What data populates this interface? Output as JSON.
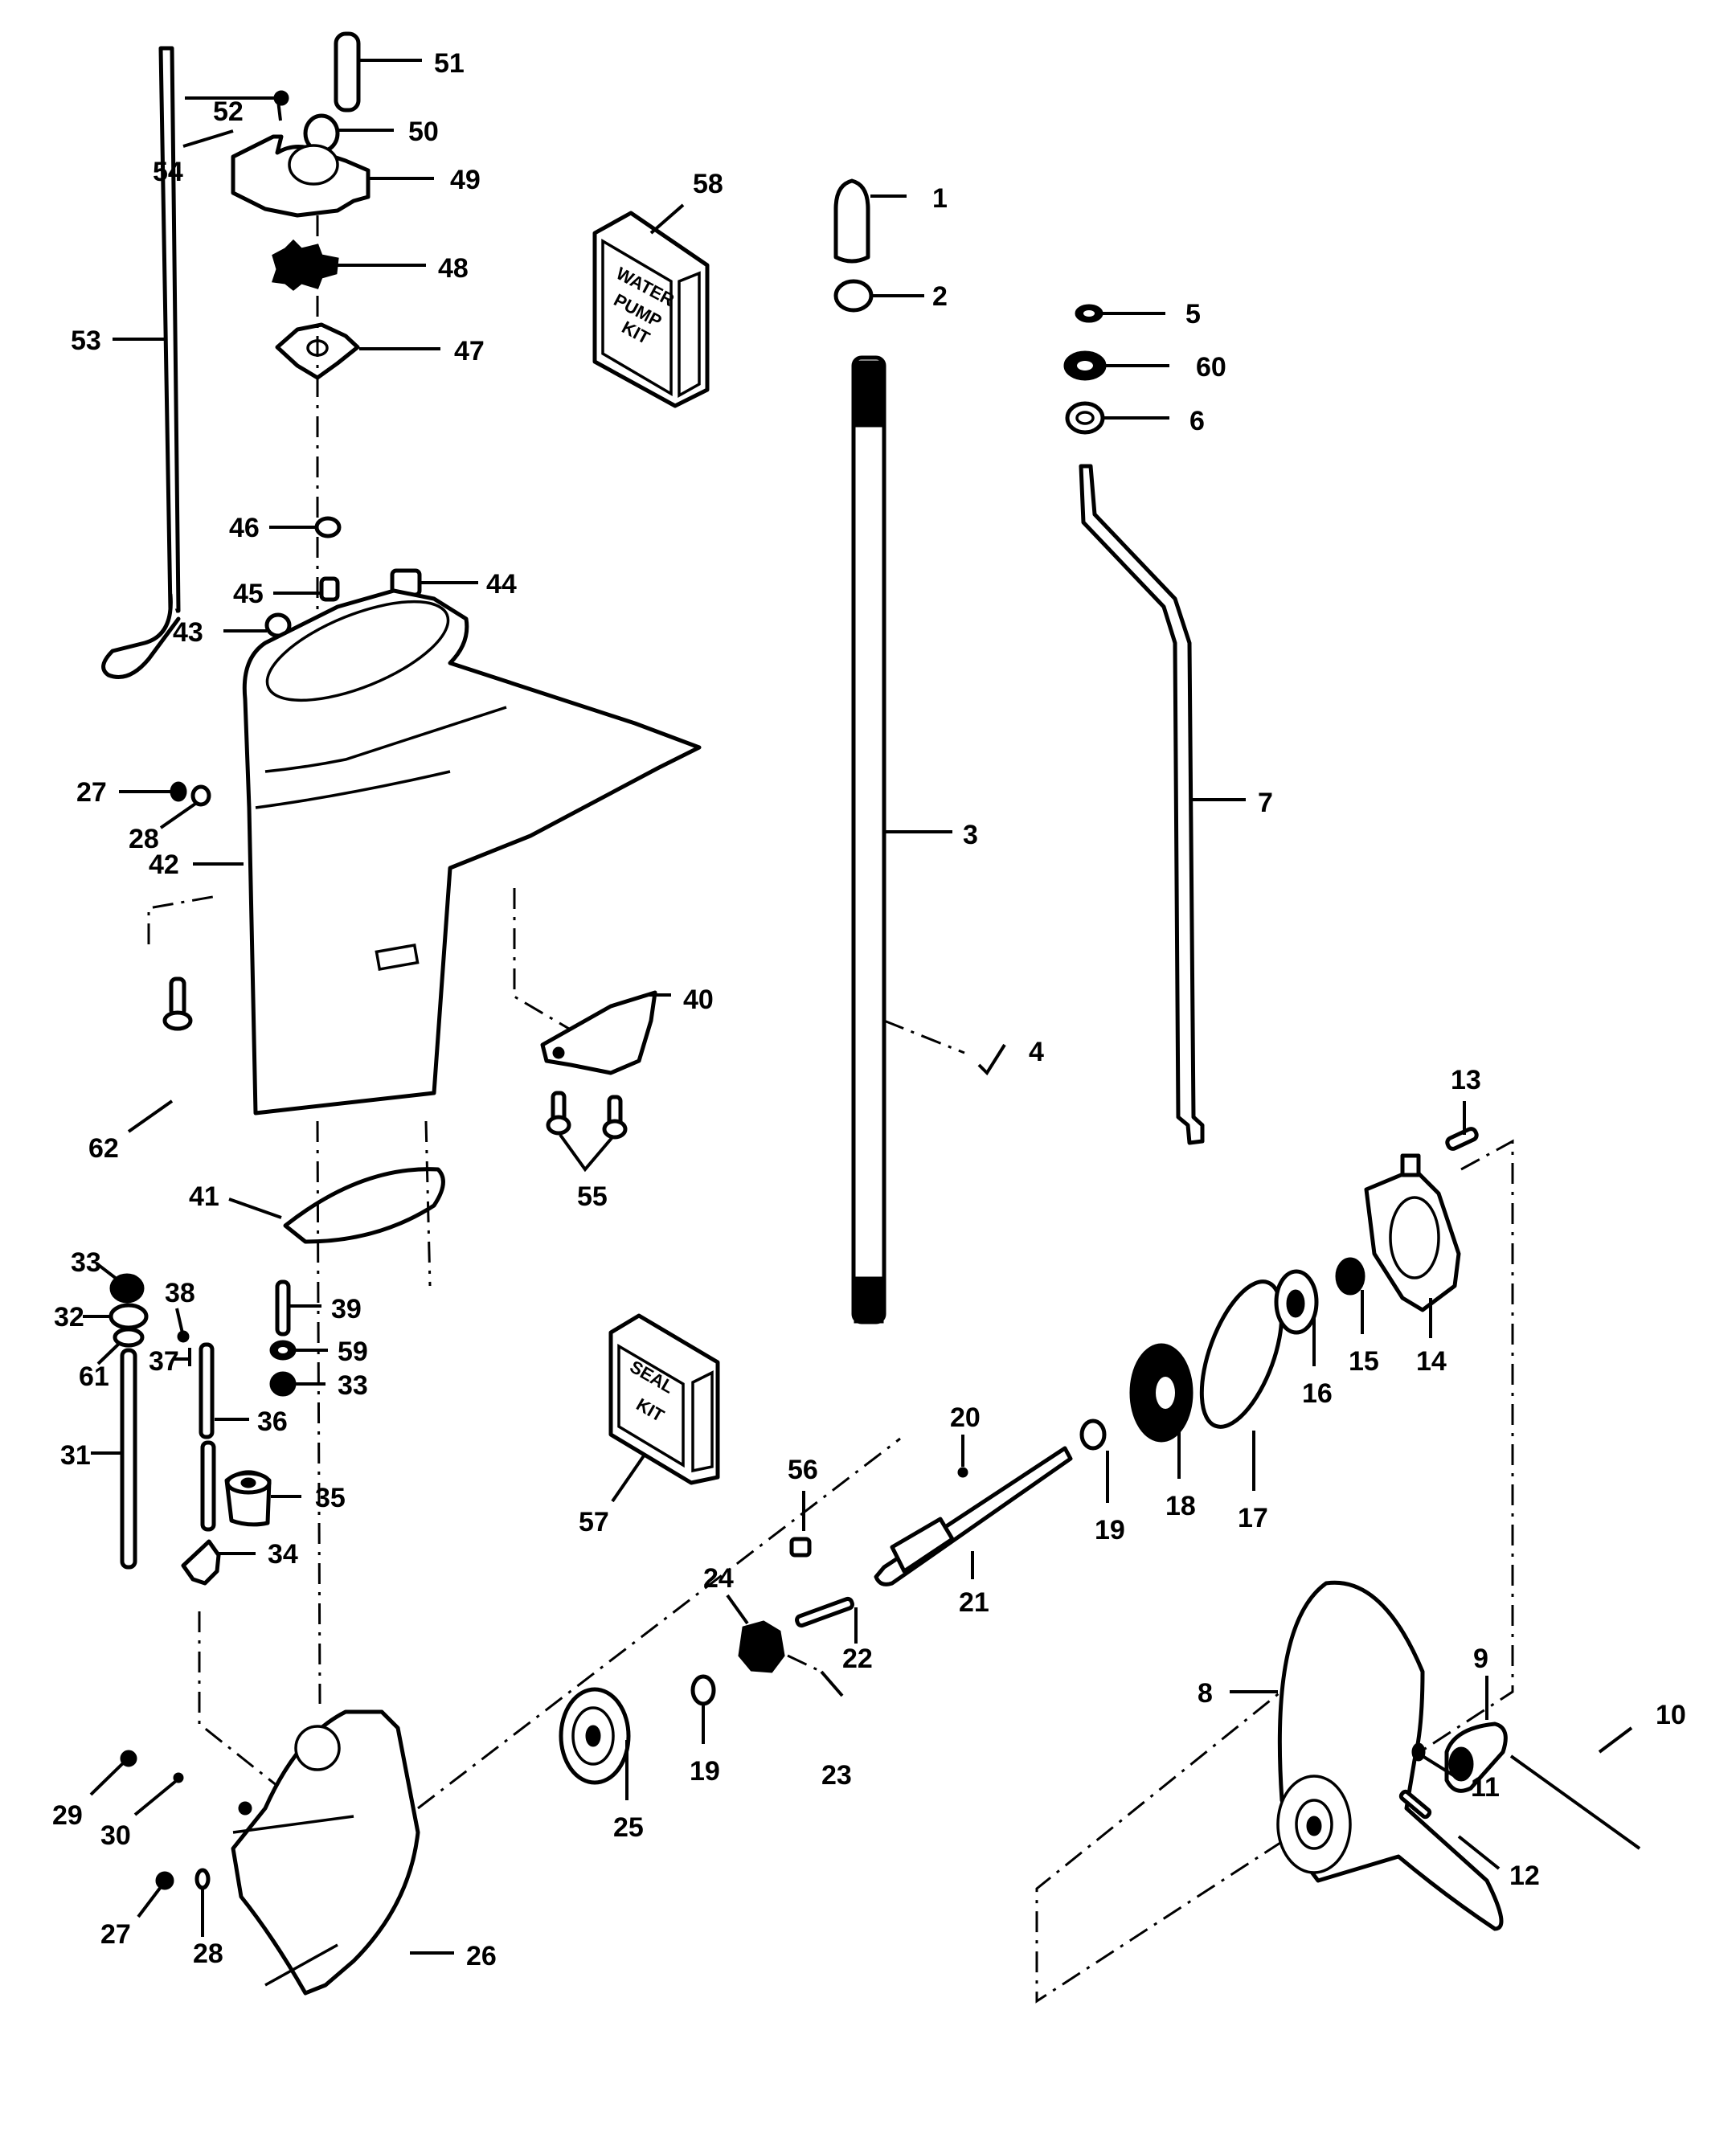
{
  "diagram": {
    "title_visible": false,
    "kits": {
      "water_pump_kit": [
        "WATER",
        "PUMP",
        "KIT"
      ],
      "seal_kit": [
        "SEAL",
        "KIT"
      ]
    },
    "callouts": {
      "c1": "1",
      "c2": "2",
      "c3": "3",
      "c4": "4",
      "c5": "5",
      "c6": "6",
      "c7": "7",
      "c8": "8",
      "c9": "9",
      "c10": "10",
      "c11": "11",
      "c12": "12",
      "c13": "13",
      "c14": "14",
      "c15": "15",
      "c16": "16",
      "c17": "17",
      "c18": "18",
      "c19a": "19",
      "c19b": "19",
      "c20": "20",
      "c21": "21",
      "c22": "22",
      "c23": "23",
      "c24": "24",
      "c25": "25",
      "c26": "26",
      "c27a": "27",
      "c27b": "27",
      "c28a": "28",
      "c28b": "28",
      "c29": "29",
      "c30": "30",
      "c31": "31",
      "c32": "32",
      "c33a": "33",
      "c33b": "33",
      "c34": "34",
      "c35": "35",
      "c36": "36",
      "c37": "37",
      "c38": "38",
      "c39": "39",
      "c40": "40",
      "c41": "41",
      "c42": "42",
      "c43": "43",
      "c44": "44",
      "c45": "45",
      "c46": "46",
      "c47": "47",
      "c48": "48",
      "c49": "49",
      "c50": "50",
      "c51": "51",
      "c52": "52",
      "c53": "53",
      "c54": "54",
      "c55": "55",
      "c56": "56",
      "c57": "57",
      "c58": "58",
      "c59": "59",
      "c60": "60",
      "c61": "61",
      "c62": "62"
    }
  }
}
